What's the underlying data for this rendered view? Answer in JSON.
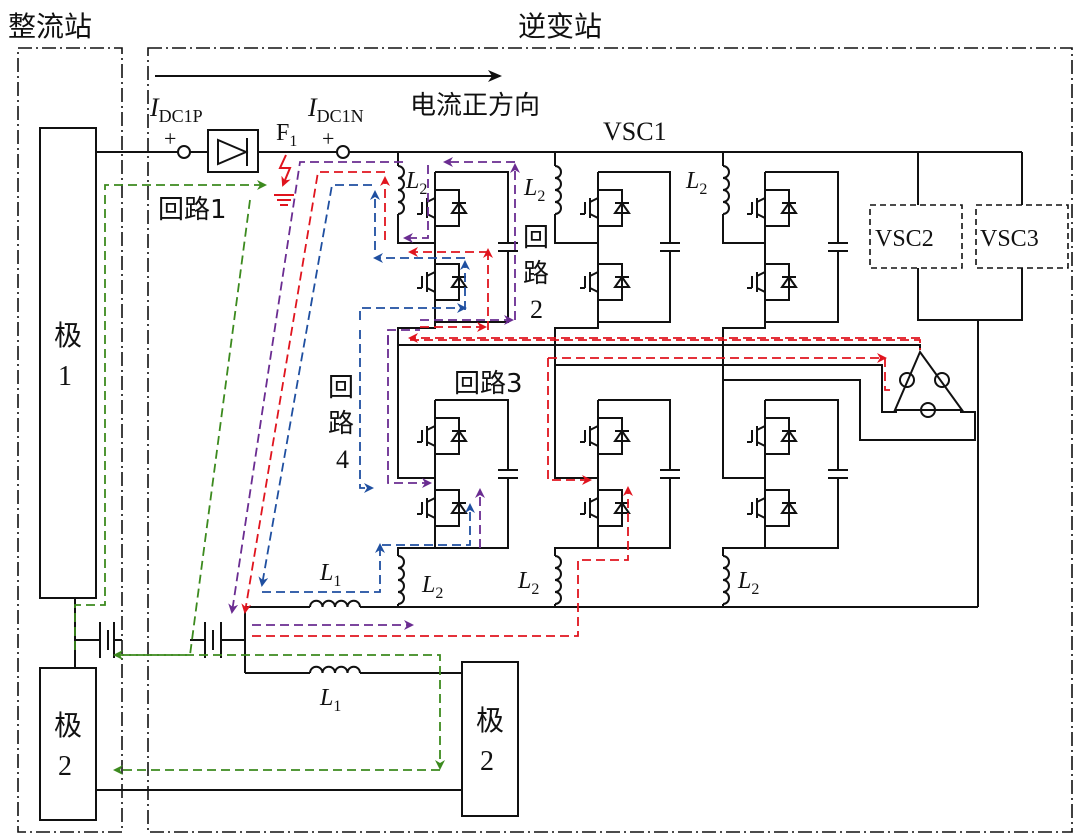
{
  "stations": {
    "rectifier": "整流站",
    "inverter": "逆变站"
  },
  "direction_label": "电流正方向",
  "poles": {
    "rect_pole1": [
      "极",
      "1"
    ],
    "rect_pole2": [
      "极",
      "2"
    ],
    "inv_pole2": [
      "极",
      "2"
    ]
  },
  "meters": {
    "p": {
      "symbol": "I",
      "sub": "DC1P",
      "sign": "+"
    },
    "n": {
      "symbol": "I",
      "sub": "DC1N",
      "sign": "+"
    }
  },
  "fault": {
    "symbol": "F",
    "sub": "1"
  },
  "converters": [
    "VSC1",
    "VSC2",
    "VSC3"
  ],
  "loops": {
    "loop1": "回路1",
    "loop2": [
      "回",
      "路",
      "2"
    ],
    "loop3": "回路3",
    "loop4": [
      "回",
      "路",
      "4"
    ]
  },
  "inductors": {
    "symbol": "L",
    "l1_sub": "1",
    "l2_sub": "2"
  },
  "colors": {
    "red": "#e0141e",
    "blue": "#1f4fa0",
    "purple": "#6a2c91",
    "green": "#3c8a1e",
    "line": "#111111"
  }
}
